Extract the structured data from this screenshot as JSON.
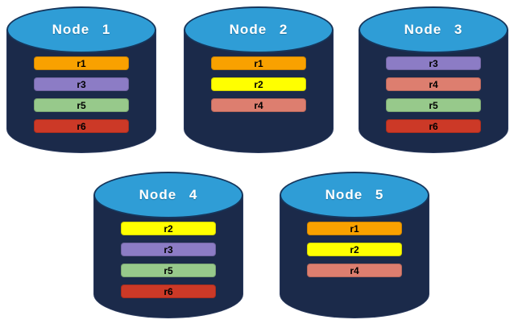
{
  "diagram": {
    "type": "database-replica-distribution",
    "node_count": 5
  },
  "colors": {
    "background": "#FFFFFF",
    "cylinder_body": "#1B2A4A",
    "cylinder_top": "#2F9DD6",
    "cylinder_top_border": "#16365C",
    "node_label_text": "#FFFFFF",
    "replica_label_text": "#000000"
  },
  "replica_colors": {
    "r1": "#F9A100",
    "r2": "#FFFF00",
    "r3": "#8C7CC5",
    "r4": "#DD7E6F",
    "r5": "#97C98B",
    "r6": "#CC3927"
  },
  "nodes": [
    {
      "label": "Node 1",
      "replicas": [
        "r1",
        "r3",
        "r5",
        "r6"
      ]
    },
    {
      "label": "Node 2",
      "replicas": [
        "r1",
        "r2",
        "r4"
      ]
    },
    {
      "label": "Node 3",
      "replicas": [
        "r3",
        "r4",
        "r5",
        "r6"
      ]
    },
    {
      "label": "Node 4",
      "replicas": [
        "r2",
        "r3",
        "r5",
        "r6"
      ]
    },
    {
      "label": "Node 5",
      "replicas": [
        "r1",
        "r2",
        "r4"
      ]
    }
  ]
}
